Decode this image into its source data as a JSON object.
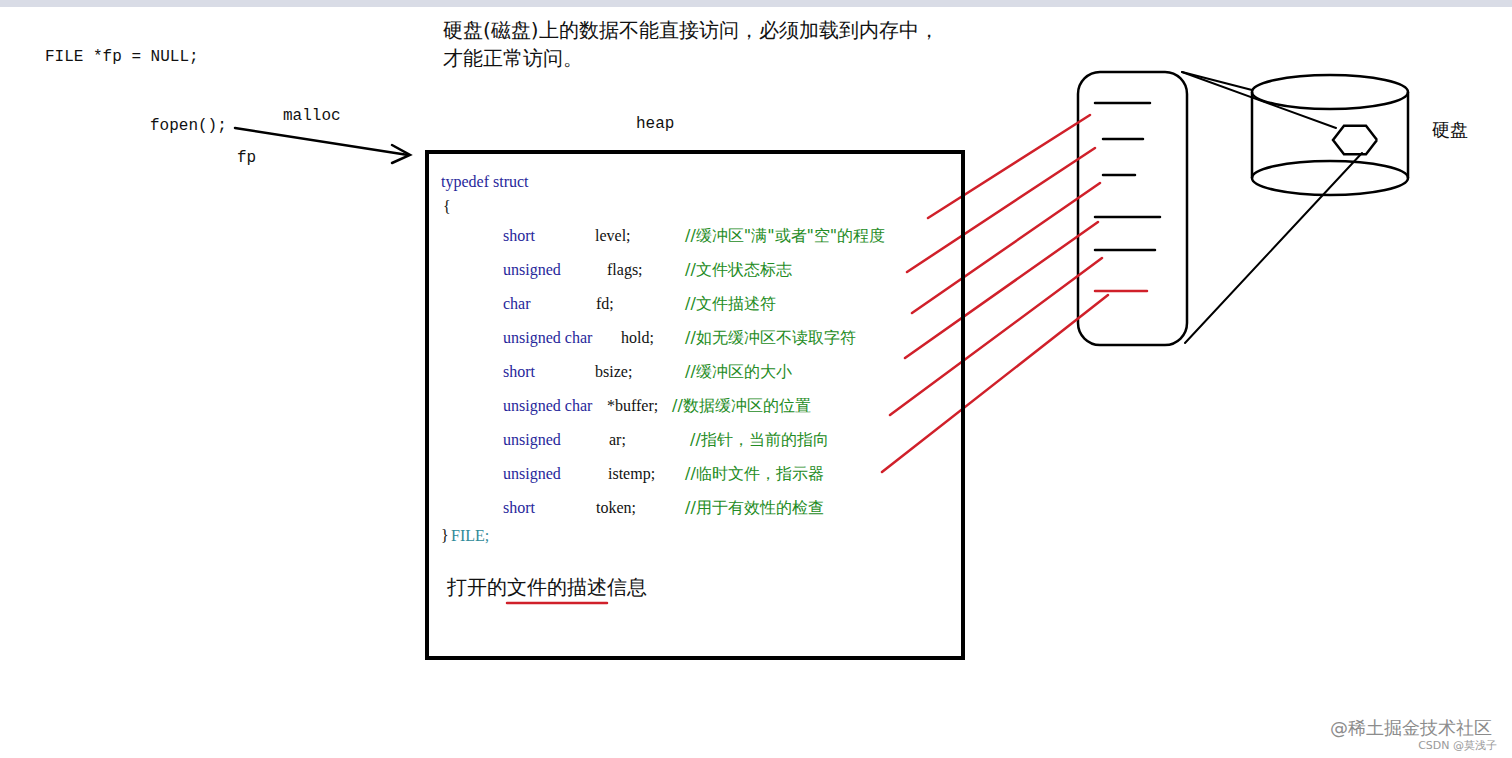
{
  "diagram": {
    "nodes": [
      {
        "text": [
          "typedef struct",
          "{",
          "short",
          "level;",
          "//缓冲区\"满\"或者\"空\"的程度",
          "unsigned",
          "flags;",
          "//文件状态标志",
          "char",
          "fd;",
          "//文件描述符",
          "unsigned char",
          "hold;",
          "//如无缓冲区不读取字符",
          "short",
          "bsize;",
          "//缓冲区的大小",
          "unsigned char",
          "*buffer;",
          "//数据缓冲区的位置",
          "unsigned",
          "ar;",
          "//指针，当前的指向",
          "unsigned",
          "istemp;",
          "//临时文件，指示器",
          "short",
          "token;",
          "//用于有效性的检查",
          "}",
          "FILE;",
          "打开的文件的描述信息"
        ]
      },
      {
        "text": [
          "硬盘"
        ]
      }
    ],
    "labels": [
      "FILE *fp = NULL;",
      "硬盘(磁盘)上的数据不能直接访问，必须加载到内存中， 才能正常访问。",
      "fopen();",
      "malloc",
      "heap",
      "fp",
      "@稀土掘金技术社区",
      "CSDN @莫浅子"
    ]
  }
}
